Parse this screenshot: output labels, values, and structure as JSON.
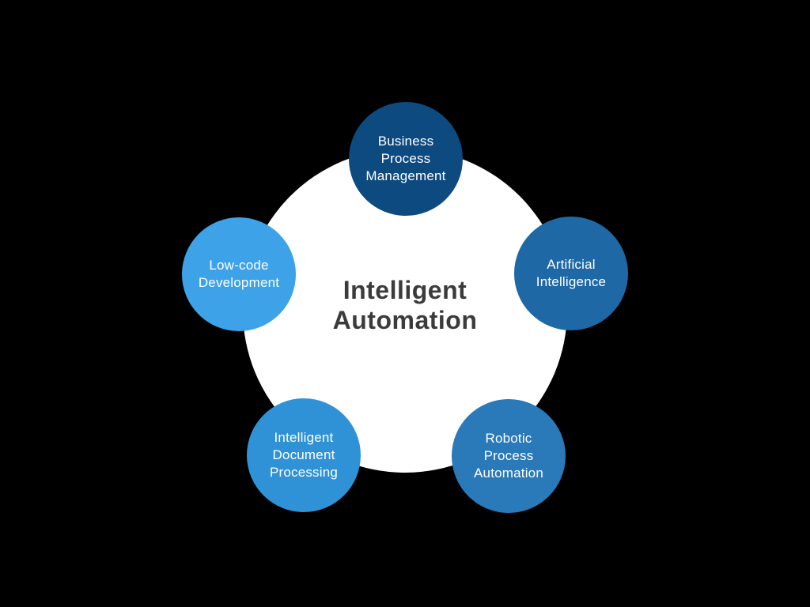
{
  "background_color": "#000000",
  "hub": {
    "title": "Intelligent Automation",
    "title_lines": [
      "Intelligent",
      "Automation"
    ],
    "title_color": "#3b3b3b",
    "fill": "#ffffff"
  },
  "node_text_color": "#ffffff",
  "nodes": [
    {
      "label": "Business Process Management",
      "lines": [
        "Business",
        "Process",
        "Management"
      ],
      "color": "#0d4a80",
      "position": "top"
    },
    {
      "label": "Artificial Intelligence",
      "lines": [
        "Artificial",
        "Intelligence"
      ],
      "color": "#1f68a6",
      "position": "right"
    },
    {
      "label": "Robotic Process Automation",
      "lines": [
        "Robotic",
        "Process",
        "Automation"
      ],
      "color": "#2a79b8",
      "position": "bottom-right"
    },
    {
      "label": "Intelligent Document Processing",
      "lines": [
        "Intelligent",
        "Document",
        "Processing"
      ],
      "color": "#3092d6",
      "position": "bottom-left"
    },
    {
      "label": "Low-code Development",
      "lines": [
        "Low-code",
        "Development"
      ],
      "color": "#3ea2e9",
      "position": "left"
    }
  ]
}
